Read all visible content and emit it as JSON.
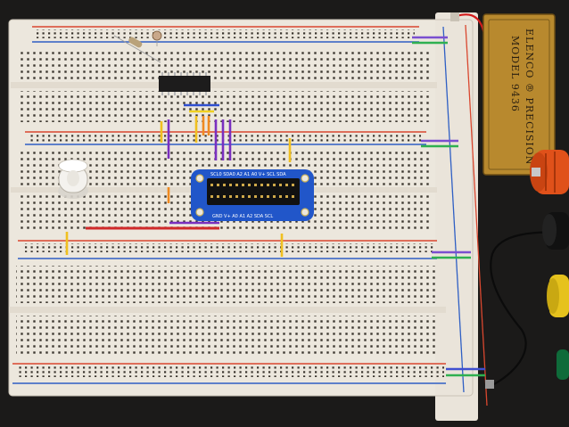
{
  "plate": {
    "brand_line": "ELENCO ® PRECISION",
    "model_line": "MODEL 9436"
  },
  "module": {
    "header_label": "SCL0 SDA0 A2 A1 A0 V+ SCL SDA",
    "footer_label": "GND V+ A0 A1 A2 SDA SCL"
  },
  "colors": {
    "base": "#1b1a19",
    "breadboard": "#ece7dd",
    "rail_red": "#d9472f",
    "rail_blue": "#2f5fc4",
    "pcb": "#2156c9",
    "plate": "#b8892e",
    "binding_post_red": "#e0511a",
    "binding_post_yellow": "#e6c21d"
  }
}
